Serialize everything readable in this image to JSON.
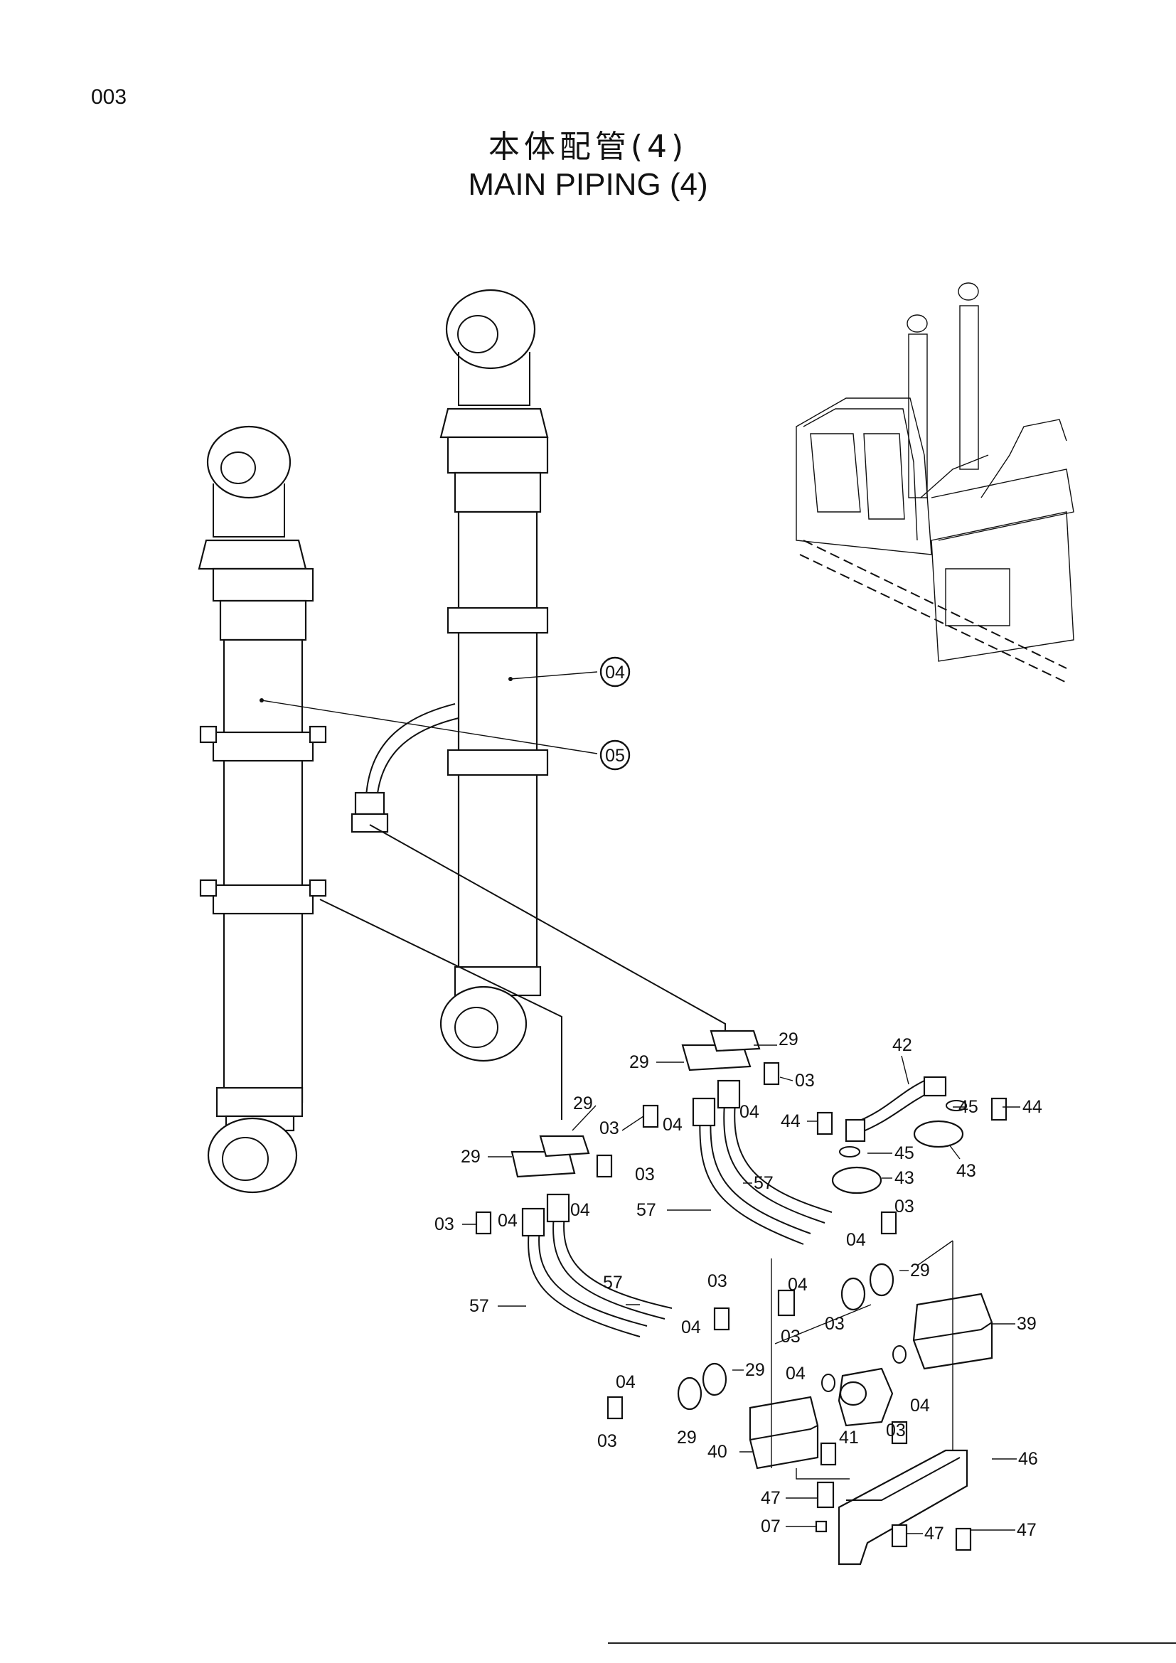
{
  "page": {
    "number": "003"
  },
  "title": {
    "japanese": "本体配管(4)",
    "english": "MAIN PIPING (4)"
  },
  "callouts": {
    "c04": "04",
    "c05": "05"
  },
  "labels": {
    "l42": "42",
    "l44a": "44",
    "l44b": "44",
    "l45a": "45",
    "l45b": "45",
    "l43a": "43",
    "l43b": "43",
    "l29a": "29",
    "l29b": "29",
    "l29c": "29",
    "l29d": "29",
    "l29e": "29",
    "l29f": "29",
    "l29g": "29",
    "l03a": "03",
    "l03b": "03",
    "l03c": "03",
    "l03d": "03",
    "l03e": "03",
    "l03f": "03",
    "l03g": "03",
    "l03h": "03",
    "l03i": "03",
    "l03j": "03",
    "l04a": "04",
    "l04b": "04",
    "l04c": "04",
    "l04d": "04",
    "l04e": "04",
    "l04f": "04",
    "l04g": "04",
    "l04h": "04",
    "l04i": "04",
    "l57a": "57",
    "l57b": "57",
    "l57c": "57",
    "l57d": "57",
    "l39": "39",
    "l40": "40",
    "l41": "41",
    "l46": "46",
    "l47a": "47",
    "l47b": "47",
    "l47c": "47",
    "l07": "07"
  }
}
